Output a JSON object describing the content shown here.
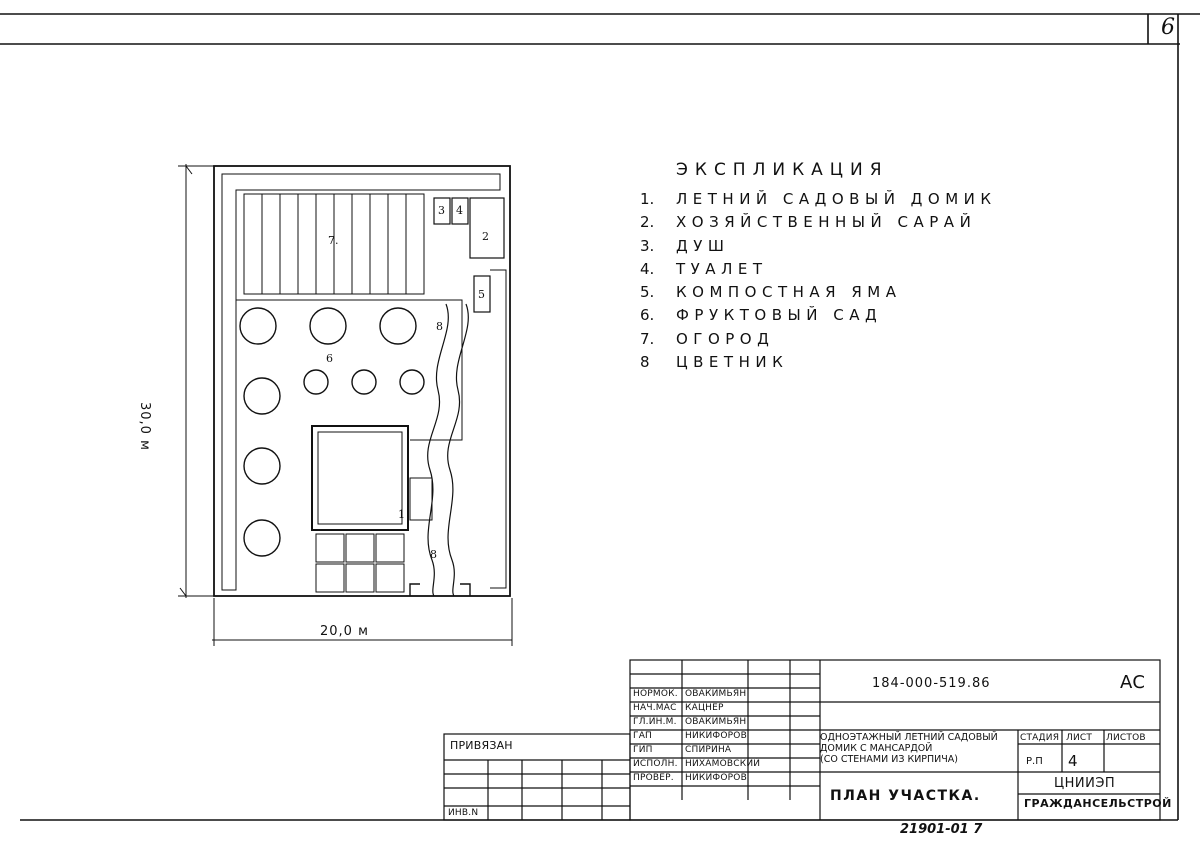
{
  "page_number": "6",
  "explication": {
    "title": "ЭКСПЛИКАЦИЯ",
    "items": [
      {
        "num": "1.",
        "label": "ЛЕТНИЙ САДОВЫЙ ДОМИК"
      },
      {
        "num": "2.",
        "label": "ХОЗЯЙСТВЕННЫЙ САРАЙ"
      },
      {
        "num": "3.",
        "label": "ДУШ"
      },
      {
        "num": "4.",
        "label": "ТУАЛЕТ"
      },
      {
        "num": "5.",
        "label": "КОМПОСТНАЯ ЯМА"
      },
      {
        "num": "6.",
        "label": "ФРУКТОВЫЙ САД"
      },
      {
        "num": "7.",
        "label": "ОГОРОД"
      },
      {
        "num": "8",
        "label": "ЦВЕТНИК"
      }
    ]
  },
  "plan": {
    "width_label": "20,0 м",
    "height_label": "30,0 м",
    "zone_labels": {
      "house": "1",
      "shed": "2",
      "shower": "3",
      "toilet": "4",
      "compost": "5",
      "orchard": "6",
      "garden": "7.",
      "flowers_top": "8",
      "flowers_bottom": "8"
    }
  },
  "title_block": {
    "doc_code": "184-000-519.86",
    "mark": "АС",
    "roles": [
      {
        "role": "НОРМОК.",
        "name": "ОВАКИМЬЯН"
      },
      {
        "role": "НАЧ.МАС",
        "name": "КАЦНЕР"
      },
      {
        "role": "ГЛ.ИН.М.",
        "name": "ОВАКИМЬЯН"
      },
      {
        "role": "ГАП",
        "name": "НИКИФОРОВ"
      },
      {
        "role": "ГИП",
        "name": "СПИРИНА"
      },
      {
        "role": "ИСПОЛН.",
        "name": "НИХАМОВСКИЙ"
      },
      {
        "role": "ПРОВЕР.",
        "name": "НИКИФОРОВ"
      }
    ],
    "bound_label": "ПРИВЯЗАН",
    "inv_label": "ИНВ.N",
    "project_title": [
      "ОДНОЭТАЖНЫЙ ЛЕТНИЙ САДОВЫЙ",
      "ДОМИК С МАНСАРДОЙ",
      "(СО СТЕНАМИ ИЗ КИРПИЧА)"
    ],
    "headers": {
      "stage": "СТАДИЯ",
      "sheet": "ЛИСТ",
      "sheets": "ЛИСТОВ"
    },
    "stage": "Р.П",
    "sheet": "4",
    "drawing_name": "ПЛАН УЧАСТКА.",
    "org_line1": "ЦНИИЭП",
    "org_line2": "ГРАЖДАНСЕЛЬСТРОЙ",
    "footer_number": "21901-01 7"
  }
}
